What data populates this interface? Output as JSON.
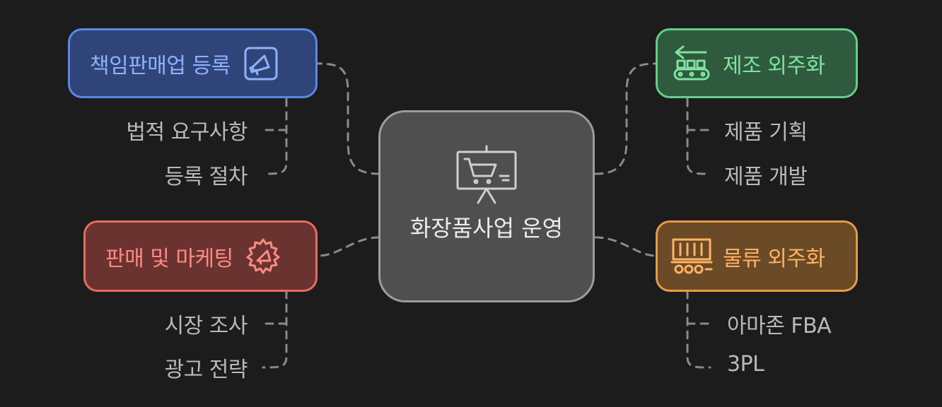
{
  "center": {
    "label": "화장품사업 운영",
    "icon": "shopping-cart-board-icon"
  },
  "branches": {
    "registration": {
      "label": "책임판매업 등록",
      "icon": "document-megaphone-icon",
      "colors": {
        "border": "#5b86e6",
        "fill": "#2f4478",
        "text": "#8fb2ff"
      },
      "items": [
        "법적 요구사항",
        "등록 절차"
      ]
    },
    "manufacturing": {
      "label": "제조 외주화",
      "icon": "conveyor-belt-icon",
      "colors": {
        "border": "#62cf8a",
        "fill": "#2f5a3d",
        "text": "#7fe3a2"
      },
      "items": [
        "제품 기획",
        "제품 개발"
      ]
    },
    "marketing": {
      "label": "판매 및 마케팅",
      "icon": "megaphone-burst-icon",
      "colors": {
        "border": "#e66a62",
        "fill": "#6b3330",
        "text": "#ff8a82"
      },
      "items": [
        "시장 조사",
        "광고 전략"
      ]
    },
    "logistics": {
      "label": "물류 외주화",
      "icon": "delivery-truck-icon",
      "colors": {
        "border": "#e59a48",
        "fill": "#6b4a28",
        "text": "#ffb460"
      },
      "items": [
        "아마존 FBA",
        "3PL"
      ]
    }
  }
}
